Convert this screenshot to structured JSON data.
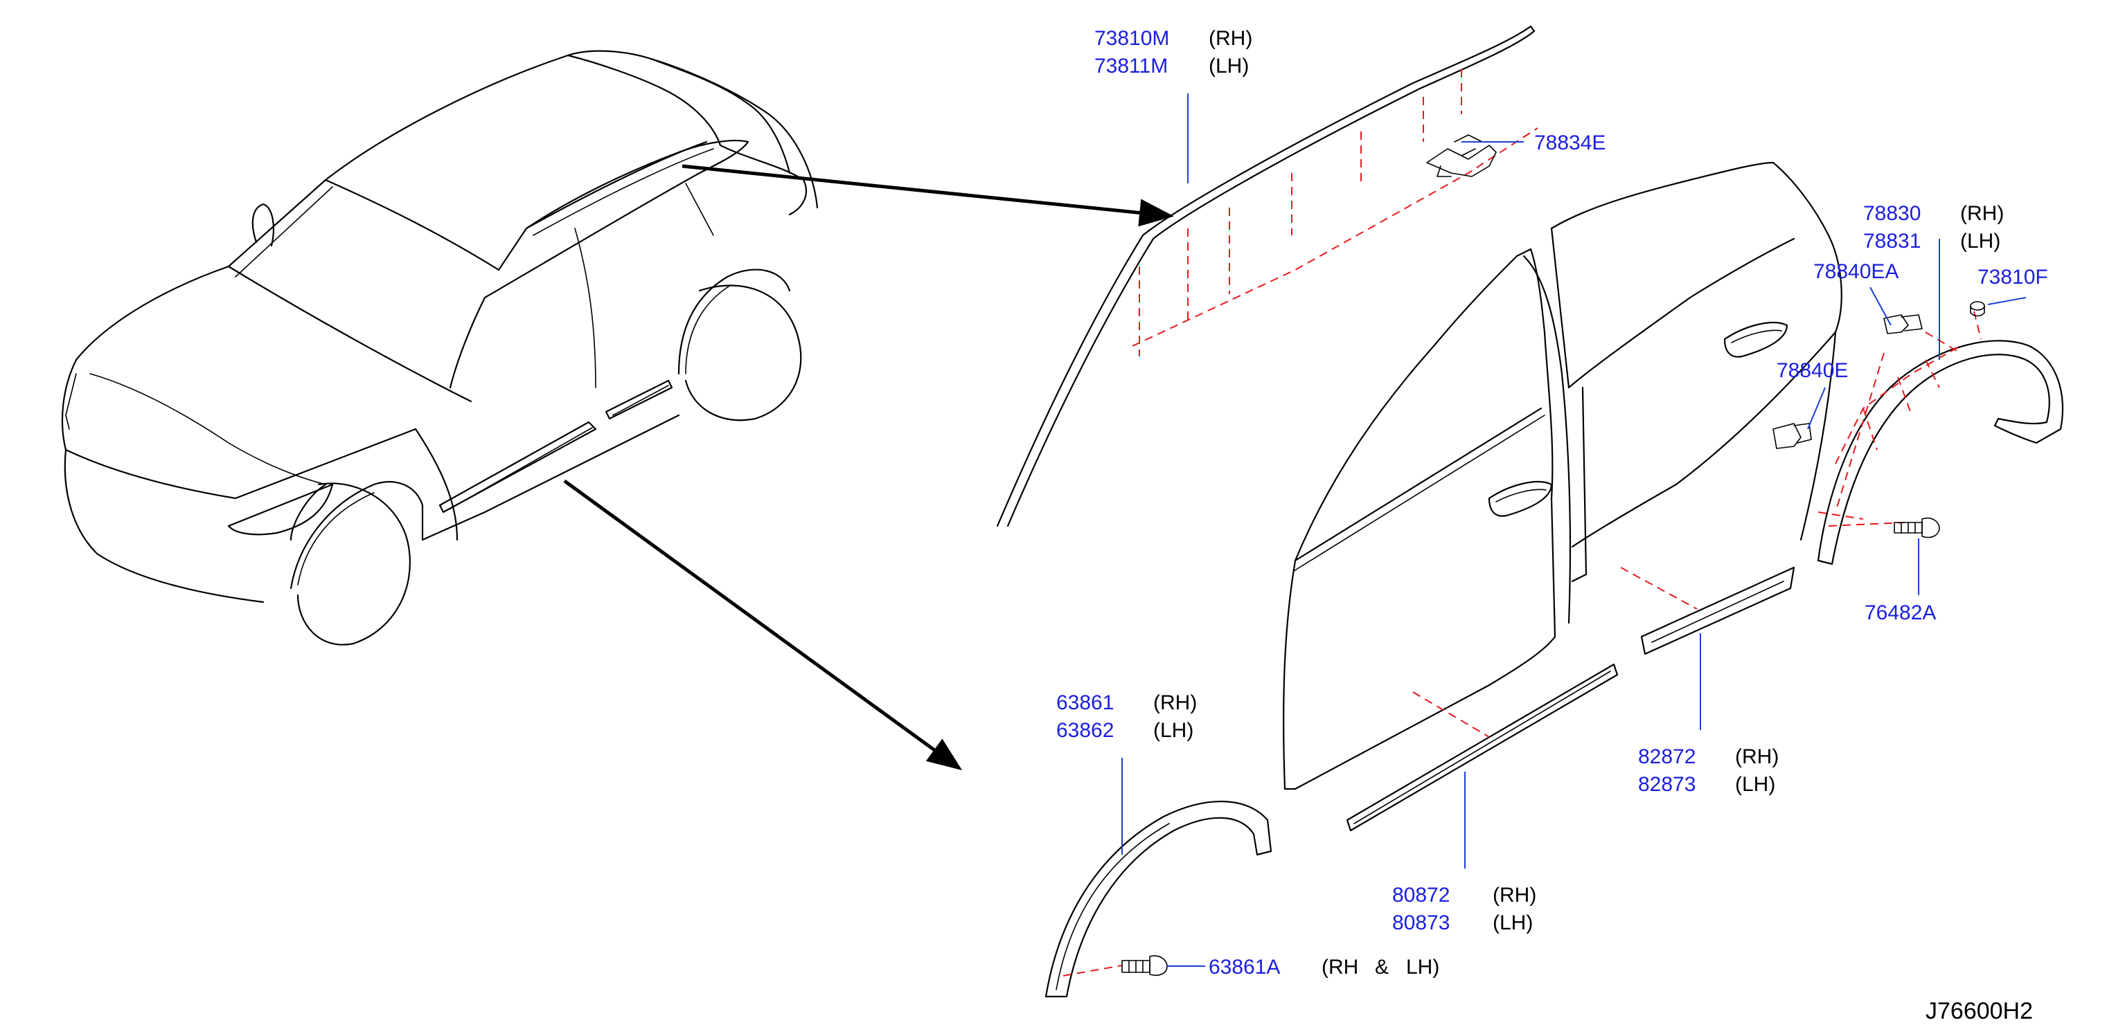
{
  "diagram_code": "J76600H2",
  "callouts": {
    "roof_molding": {
      "rh_part": "73810M",
      "rh_side": "(RH)",
      "lh_part": "73811M",
      "lh_side": "(LH)"
    },
    "roof_clip": {
      "part": "78834E"
    },
    "rear_arch": {
      "rh_part": "78830",
      "rh_side": "(RH)",
      "lh_part": "78831",
      "lh_side": "(LH)"
    },
    "clip_a": {
      "part": "78840EA"
    },
    "clip_b": {
      "part": "78840E"
    },
    "grommet": {
      "part": "73810F"
    },
    "rear_screw": {
      "part": "76482A"
    },
    "front_arch": {
      "rh_part": "63861",
      "rh_side": "(RH)",
      "lh_part": "63862",
      "lh_side": "(LH)"
    },
    "front_screw": {
      "part": "63861A",
      "side_rh": "(RH",
      "side_amp": "&",
      "side_lh": "LH)"
    },
    "rear_door_molding": {
      "rh_part": "82872",
      "rh_side": "(RH)",
      "lh_part": "82873",
      "lh_side": "(LH)"
    },
    "front_door_molding": {
      "rh_part": "80872",
      "rh_side": "(RH)",
      "lh_part": "80873",
      "lh_side": "(LH)"
    }
  },
  "colors": {
    "part_number": "#1a1ee0",
    "leader": "#1a3fd6",
    "dashed_guide": "#e8191c",
    "line": "#000000"
  }
}
